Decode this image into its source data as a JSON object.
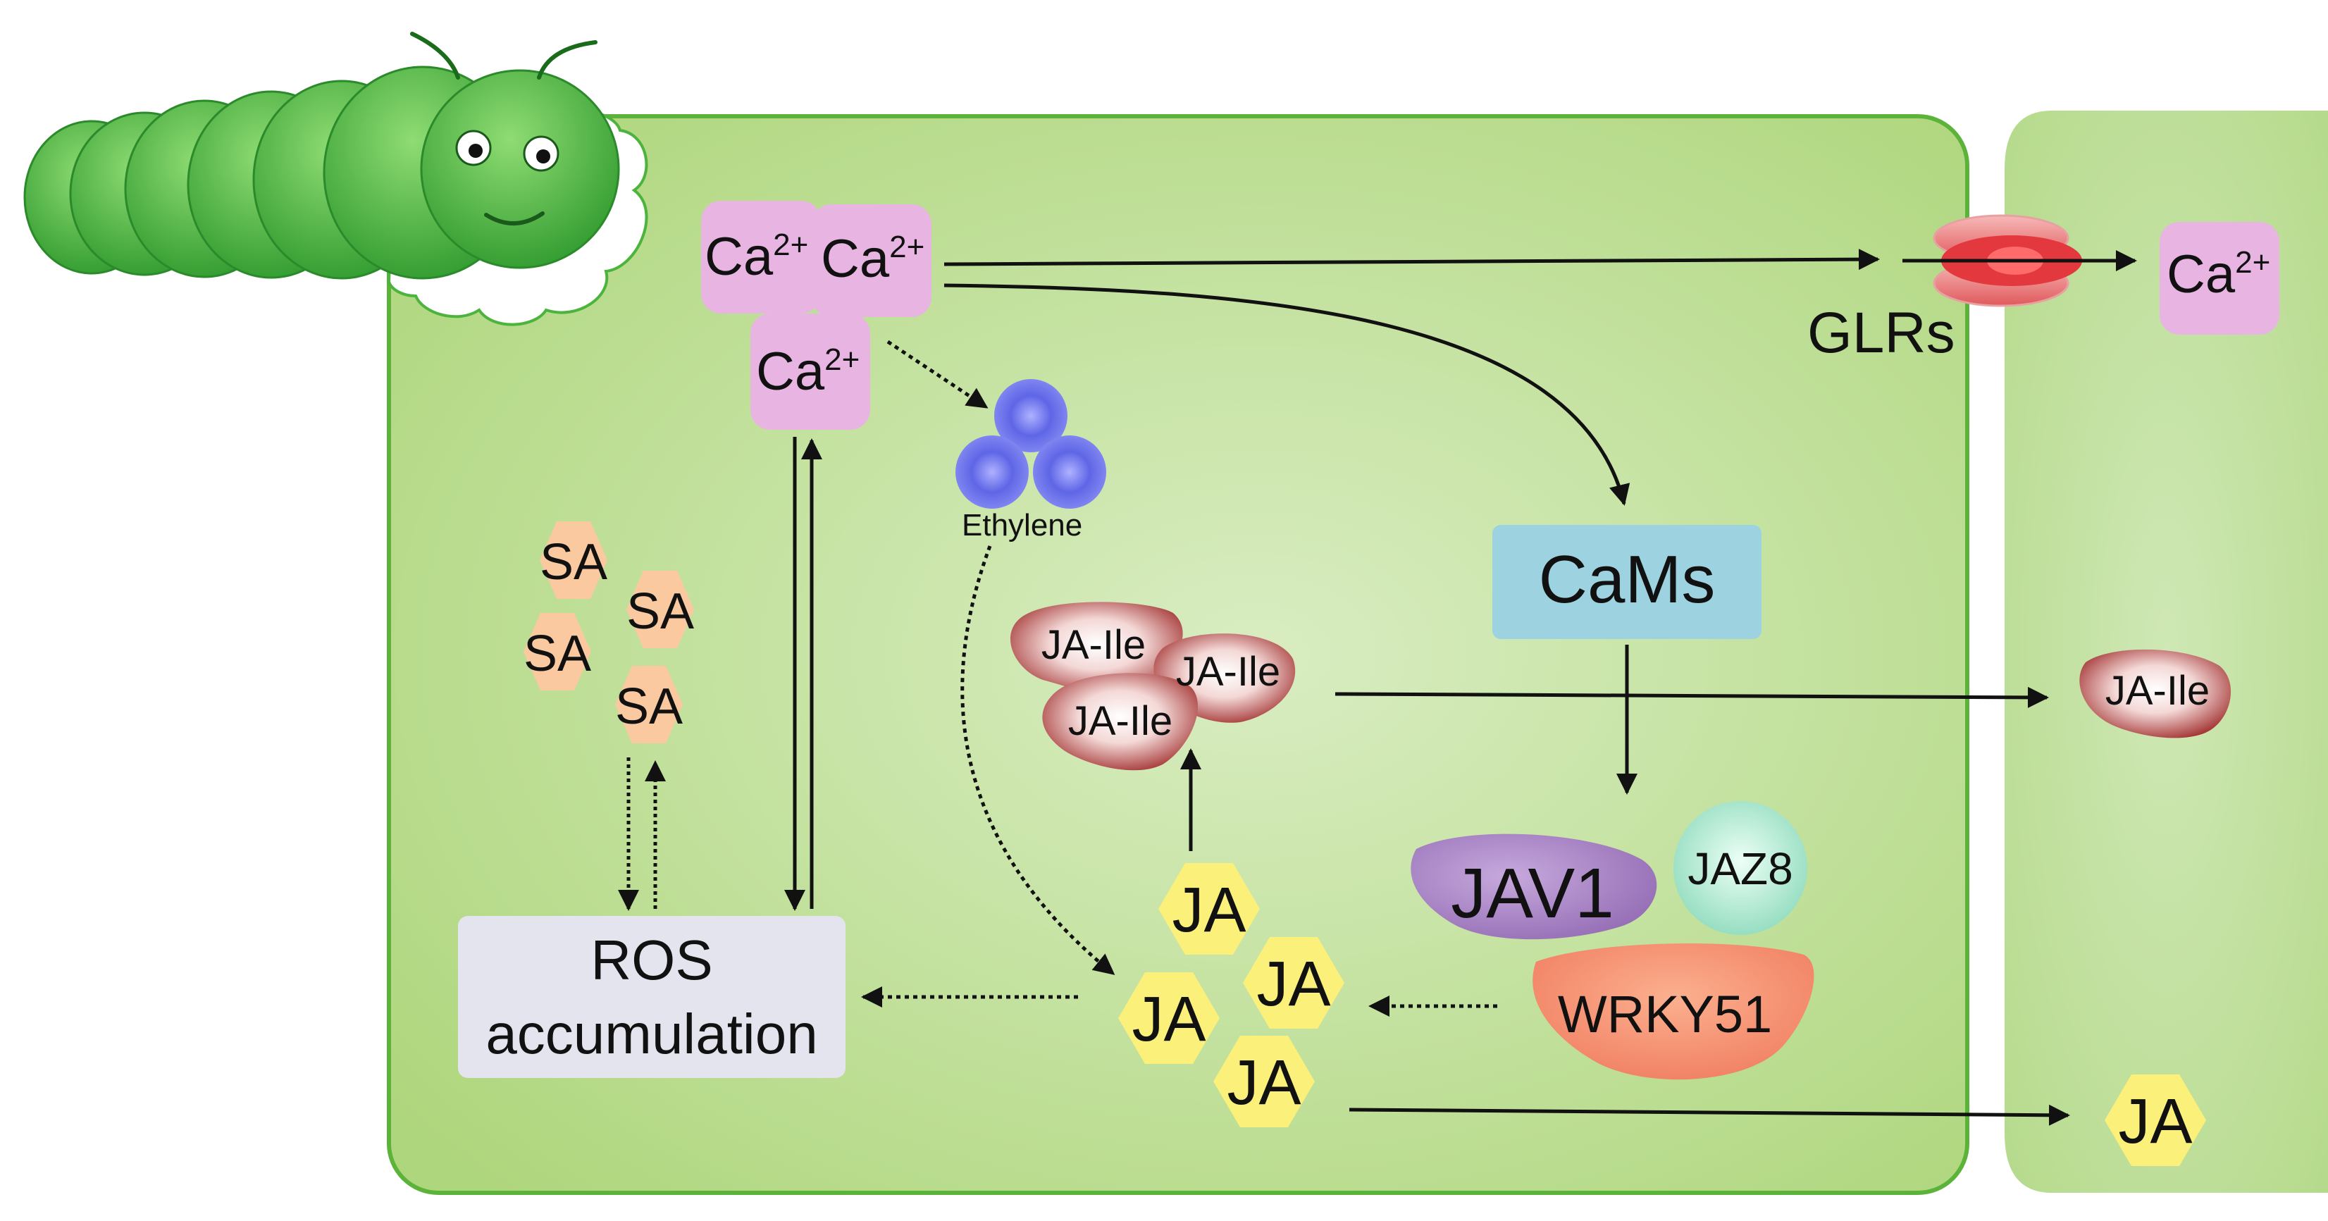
{
  "calcium": {
    "base": "Ca",
    "charge": "2+"
  },
  "glrs_label": "GLRs",
  "ethylene_label": "Ethylene",
  "cams_label": "CaMs",
  "ros_line1": "ROS",
  "ros_line2": "accumulation",
  "sa_label": "SA",
  "ja_label": "JA",
  "ja_ile_label": "JA-Ile",
  "jav1_label": "JAV1",
  "jaz8_label": "JAZ8",
  "wrky51_label": "WRKY51",
  "colors": {
    "cell_fill": "#b9dc8f",
    "cell_border": "#5bb33a",
    "calcium": "#e8b5e3",
    "cams": "#9dd3e0",
    "ros": "#e4e4ee",
    "sa": "#fbc9a0",
    "ja": "#fbf07a",
    "ja_ile": "#b0403f",
    "jav1": "#a983c4",
    "jaz8": "#a9e8cf",
    "wrky51": "#f58a6f",
    "ethylene": "#6d73e6",
    "glr": "#e3393e",
    "caterpillar": "#4cb33d"
  },
  "icons": [
    "caterpillar-icon",
    "glr-channel-icon",
    "ethylene-icon"
  ]
}
